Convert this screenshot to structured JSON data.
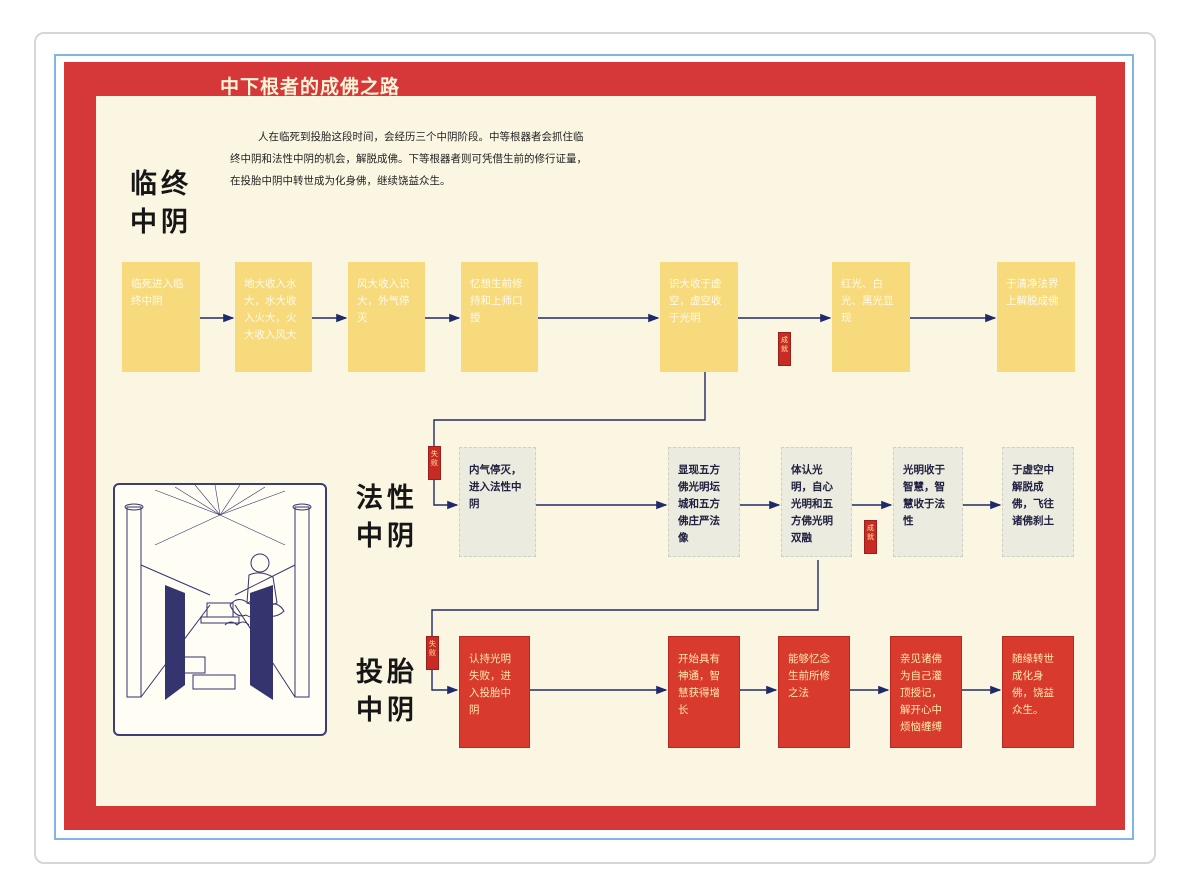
{
  "title": "中下根者的成佛之路",
  "intro": "人在临死到投胎这段时间，会经历三个中阴阶段。中等根器者会抓住临终中阴和法性中阴的机会，解脱成佛。下等根器者则可凭借生前的修行证量，在投胎中阴中转世成为化身佛，继续饶益众生。",
  "phases": {
    "dying": "临终中阴",
    "dharmata": "法性中阴",
    "rebirth": "投胎中阴"
  },
  "row1": [
    "临死进入临终中阴",
    "地大收入水大，水大收入火大，火大收入风大",
    "风大收入识大，外气停灭",
    "忆想生前修持和上师口授",
    "识大收于虚空，虚空收于光明",
    "红光、白光、黑光显现",
    "于清净法界上解脱成佛"
  ],
  "row2": [
    "内气停灭，进入法性中阴",
    "显现五方佛光明坛城和五方佛庄严法像",
    "体认光明，自心光明和五方佛光明双融",
    "光明收于智慧，智慧收于法性",
    "于虚空中解脱成佛，飞往诸佛刹土"
  ],
  "row3": [
    "认持光明失败，进入投胎中阴",
    "开始具有神通，智慧获得增长",
    "能够忆念生前所修之法",
    "亲见诸佛为自己灌顶授记，解开心中烦恼缠缚",
    "随缘转世成化身佛，饶益众生。"
  ],
  "seals": {
    "s1": "成就",
    "s2": "失败",
    "s3": "成就",
    "s4": "失败"
  },
  "colors": {
    "frame_red": "#d6383a",
    "paper": "#fbf6e2",
    "yellow_box": "#f6da7c",
    "red_box": "#d93a2e",
    "line": "#1e2a6a"
  }
}
